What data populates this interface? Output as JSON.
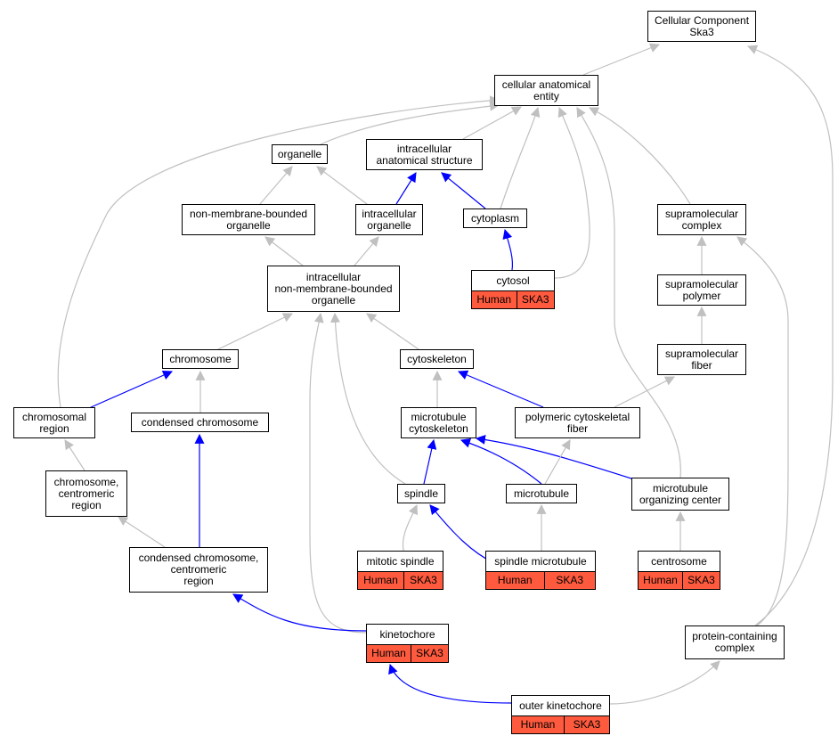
{
  "colors": {
    "is_a_edge": "#c0c0c0",
    "part_of_edge": "#0000ff",
    "annotated_fill": "#ff5a3e",
    "node_border": "#000000"
  },
  "nodes": {
    "root": {
      "label": "Cellular Component\nSka3"
    },
    "cellular_anatomical_entity": {
      "label": "cellular anatomical\nentity"
    },
    "organelle": {
      "label": "organelle"
    },
    "intracellular_anatomical_structure": {
      "label": "intracellular\nanatomical structure"
    },
    "non_membrane_bounded_organelle": {
      "label": "non-membrane-bounded\norganelle"
    },
    "intracellular_organelle": {
      "label": "intracellular\norganelle"
    },
    "cytoplasm": {
      "label": "cytoplasm"
    },
    "supramolecular_complex": {
      "label": "supramolecular\ncomplex"
    },
    "cytosol": {
      "label": "cytosol",
      "tag_species": "Human",
      "tag_gene": "SKA3"
    },
    "intracellular_nmbo": {
      "label": "intracellular\nnon-membrane-bounded\norganelle"
    },
    "supramolecular_polymer": {
      "label": "supramolecular\npolymer"
    },
    "chromosome": {
      "label": "chromosome"
    },
    "cytoskeleton": {
      "label": "cytoskeleton"
    },
    "supramolecular_fiber": {
      "label": "supramolecular\nfiber"
    },
    "chromosomal_region": {
      "label": "chromosomal\nregion"
    },
    "condensed_chromosome": {
      "label": "condensed chromosome"
    },
    "microtubule_cytoskeleton": {
      "label": "microtubule\ncytoskeleton"
    },
    "polymeric_cytoskeletal_fiber": {
      "label": "polymeric cytoskeletal\nfiber"
    },
    "chromosome_centromeric_region": {
      "label": "chromosome,\ncentromeric\nregion"
    },
    "spindle": {
      "label": "spindle"
    },
    "microtubule": {
      "label": "microtubule"
    },
    "microtubule_organizing_center": {
      "label": "microtubule\norganizing center"
    },
    "condensed_chromosome_centromeric_region": {
      "label": "condensed chromosome,\ncentromeric\nregion"
    },
    "mitotic_spindle": {
      "label": "mitotic spindle",
      "tag_species": "Human",
      "tag_gene": "SKA3"
    },
    "spindle_microtubule": {
      "label": "spindle microtubule",
      "tag_species": "Human",
      "tag_gene": "SKA3"
    },
    "centrosome": {
      "label": "centrosome",
      "tag_species": "Human",
      "tag_gene": "SKA3"
    },
    "kinetochore": {
      "label": "kinetochore",
      "tag_species": "Human",
      "tag_gene": "SKA3"
    },
    "protein_containing_complex": {
      "label": "protein-containing\ncomplex"
    },
    "outer_kinetochore": {
      "label": "outer kinetochore",
      "tag_species": "Human",
      "tag_gene": "SKA3"
    }
  },
  "edges": [
    {
      "from": "cellular_anatomical_entity",
      "to": "root",
      "type": "is_a"
    },
    {
      "from": "protein_containing_complex",
      "to": "root",
      "type": "is_a"
    },
    {
      "from": "organelle",
      "to": "cellular_anatomical_entity",
      "type": "is_a"
    },
    {
      "from": "intracellular_anatomical_structure",
      "to": "cellular_anatomical_entity",
      "type": "is_a"
    },
    {
      "from": "cytoplasm",
      "to": "cellular_anatomical_entity",
      "type": "is_a"
    },
    {
      "from": "cytosol",
      "to": "cellular_anatomical_entity",
      "type": "is_a"
    },
    {
      "from": "supramolecular_complex",
      "to": "cellular_anatomical_entity",
      "type": "is_a"
    },
    {
      "from": "microtubule_organizing_center",
      "to": "cellular_anatomical_entity",
      "type": "is_a"
    },
    {
      "from": "chromosomal_region",
      "to": "cellular_anatomical_entity",
      "type": "is_a"
    },
    {
      "from": "non_membrane_bounded_organelle",
      "to": "organelle",
      "type": "is_a"
    },
    {
      "from": "intracellular_organelle",
      "to": "organelle",
      "type": "is_a"
    },
    {
      "from": "intracellular_organelle",
      "to": "intracellular_anatomical_structure",
      "type": "part_of"
    },
    {
      "from": "cytoplasm",
      "to": "intracellular_anatomical_structure",
      "type": "part_of"
    },
    {
      "from": "cytosol",
      "to": "cytoplasm",
      "type": "part_of"
    },
    {
      "from": "intracellular_nmbo",
      "to": "non_membrane_bounded_organelle",
      "type": "is_a"
    },
    {
      "from": "intracellular_nmbo",
      "to": "intracellular_organelle",
      "type": "is_a"
    },
    {
      "from": "supramolecular_polymer",
      "to": "supramolecular_complex",
      "type": "is_a"
    },
    {
      "from": "protein_containing_complex",
      "to": "supramolecular_complex",
      "type": "is_a"
    },
    {
      "from": "supramolecular_fiber",
      "to": "supramolecular_polymer",
      "type": "is_a"
    },
    {
      "from": "chromosome",
      "to": "intracellular_nmbo",
      "type": "is_a"
    },
    {
      "from": "cytoskeleton",
      "to": "intracellular_nmbo",
      "type": "is_a"
    },
    {
      "from": "spindle",
      "to": "intracellular_nmbo",
      "type": "is_a"
    },
    {
      "from": "kinetochore",
      "to": "intracellular_nmbo",
      "type": "is_a"
    },
    {
      "from": "chromosomal_region",
      "to": "chromosome",
      "type": "part_of"
    },
    {
      "from": "condensed_chromosome",
      "to": "chromosome",
      "type": "is_a"
    },
    {
      "from": "microtubule_cytoskeleton",
      "to": "cytoskeleton",
      "type": "is_a"
    },
    {
      "from": "polymeric_cytoskeletal_fiber",
      "to": "cytoskeleton",
      "type": "part_of"
    },
    {
      "from": "polymeric_cytoskeletal_fiber",
      "to": "supramolecular_fiber",
      "type": "is_a"
    },
    {
      "from": "chromosome_centromeric_region",
      "to": "chromosomal_region",
      "type": "is_a"
    },
    {
      "from": "condensed_chromosome_centromeric_region",
      "to": "condensed_chromosome",
      "type": "part_of"
    },
    {
      "from": "spindle",
      "to": "microtubule_cytoskeleton",
      "type": "part_of"
    },
    {
      "from": "microtubule",
      "to": "microtubule_cytoskeleton",
      "type": "part_of"
    },
    {
      "from": "microtubule_organizing_center",
      "to": "microtubule_cytoskeleton",
      "type": "part_of"
    },
    {
      "from": "microtubule",
      "to": "polymeric_cytoskeletal_fiber",
      "type": "is_a"
    },
    {
      "from": "condensed_chromosome_centromeric_region",
      "to": "chromosome_centromeric_region",
      "type": "is_a"
    },
    {
      "from": "mitotic_spindle",
      "to": "spindle",
      "type": "is_a"
    },
    {
      "from": "spindle_microtubule",
      "to": "spindle",
      "type": "part_of"
    },
    {
      "from": "spindle_microtubule",
      "to": "microtubule",
      "type": "is_a"
    },
    {
      "from": "centrosome",
      "to": "microtubule_organizing_center",
      "type": "is_a"
    },
    {
      "from": "kinetochore",
      "to": "condensed_chromosome_centromeric_region",
      "type": "part_of"
    },
    {
      "from": "outer_kinetochore",
      "to": "kinetochore",
      "type": "part_of"
    },
    {
      "from": "outer_kinetochore",
      "to": "protein_containing_complex",
      "type": "is_a"
    }
  ]
}
